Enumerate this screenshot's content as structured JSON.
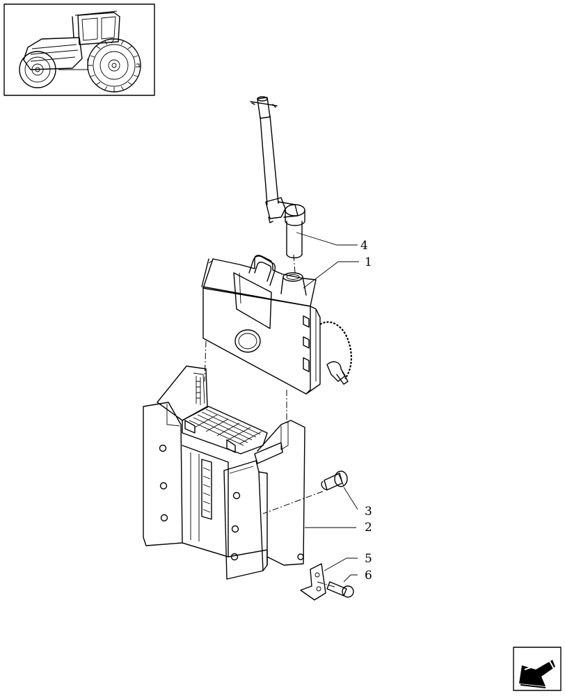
{
  "thumbnail": {
    "icon": "tractor-icon"
  },
  "callouts": [
    {
      "id": "1",
      "label": "1"
    },
    {
      "id": "2",
      "label": "2"
    },
    {
      "id": "3",
      "label": "3"
    },
    {
      "id": "4",
      "label": "4"
    },
    {
      "id": "5",
      "label": "5"
    },
    {
      "id": "6",
      "label": "6"
    }
  ],
  "nav": {
    "icon": "next-page-arrow-icon"
  }
}
